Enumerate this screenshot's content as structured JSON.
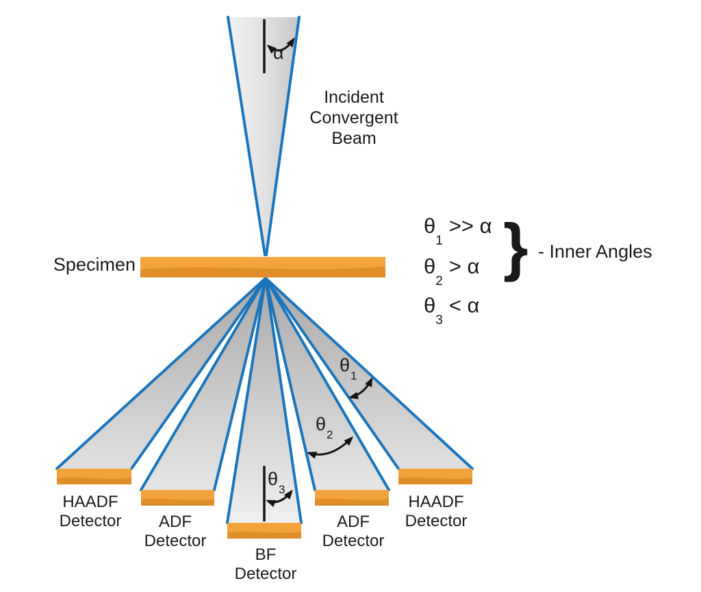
{
  "title": "STEM incident beam and detector geometry diagram",
  "colors": {
    "beam_blue": "#1b75bc",
    "detector_orange": "#f2a33c",
    "detector_orange_dark": "#e08e2b",
    "beam_gray_light": "#f1f1f1",
    "beam_gray_dark": "#acacac",
    "text_black": "#1a1a1a"
  },
  "labels": {
    "incident_beam": {
      "line1": "Incident",
      "line2": "Convergent",
      "line3": "Beam"
    },
    "specimen": "Specimen",
    "detectors": {
      "haadf_left": {
        "line1": "HAADF",
        "line2": "Detector"
      },
      "adf_left": {
        "line1": "ADF",
        "line2": "Detector"
      },
      "bf": {
        "line1": "BF",
        "line2": "Detector"
      },
      "adf_right": {
        "line1": "ADF",
        "line2": "Detector"
      },
      "haadf_right": {
        "line1": "HAADF",
        "line2": "Detector"
      }
    },
    "angles": {
      "alpha": "α",
      "theta": "θ",
      "theta1_sub": "1",
      "theta2_sub": "2",
      "theta3_sub": "3"
    },
    "equations": {
      "eq1": {
        "symbol": "θ",
        "sub": "1",
        "relation": ">> α"
      },
      "eq2": {
        "symbol": "θ",
        "sub": "2",
        "relation": "> α"
      },
      "eq3": {
        "symbol": "θ",
        "sub": "3",
        "relation": "< α"
      },
      "brace": "}",
      "annotation": "- Inner Angles"
    }
  }
}
